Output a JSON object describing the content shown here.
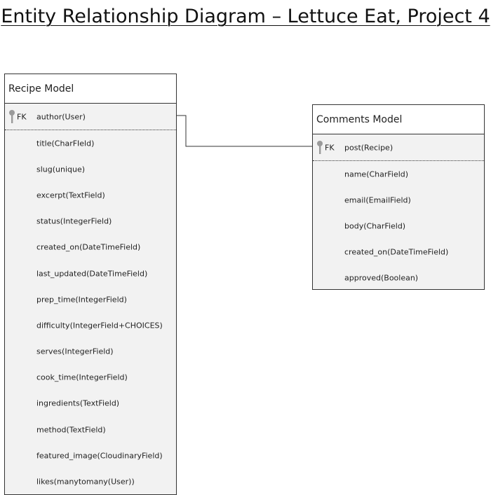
{
  "title": "Entity Relationship Diagram – Lettuce Eat, Project 4",
  "entities": {
    "recipe": {
      "name": "Recipe Model",
      "key_field": {
        "key": "FK",
        "name": "author(User)"
      },
      "fields": [
        "title(CharFIeld)",
        "slug(unique)",
        "excerpt(TextField)",
        "status(IntegerField)",
        "created_on(DateTimeField)",
        "last_updated(DateTimeField)",
        "prep_time(IntegerField)",
        "difficulty(IntegerField+CHOICES)",
        "serves(IntegerField)",
        "cook_time(IntegerField)",
        "ingredients(TextField)",
        "method(TextField)",
        "featured_image(CloudinaryField)",
        "likes(manytomany(User))"
      ]
    },
    "comments": {
      "name": "Comments Model",
      "key_field": {
        "key": "FK",
        "name": "post(Recipe)"
      },
      "fields": [
        "name(CharField)",
        "email(EmailField)",
        "body(CharField)",
        "created_on(DateTimeField)",
        "approved(Boolean)"
      ]
    }
  },
  "icons": {
    "key": "key-icon"
  },
  "colors": {
    "border": "#333333",
    "body_fill": "#f2f2f2",
    "header_fill": "#ffffff"
  }
}
